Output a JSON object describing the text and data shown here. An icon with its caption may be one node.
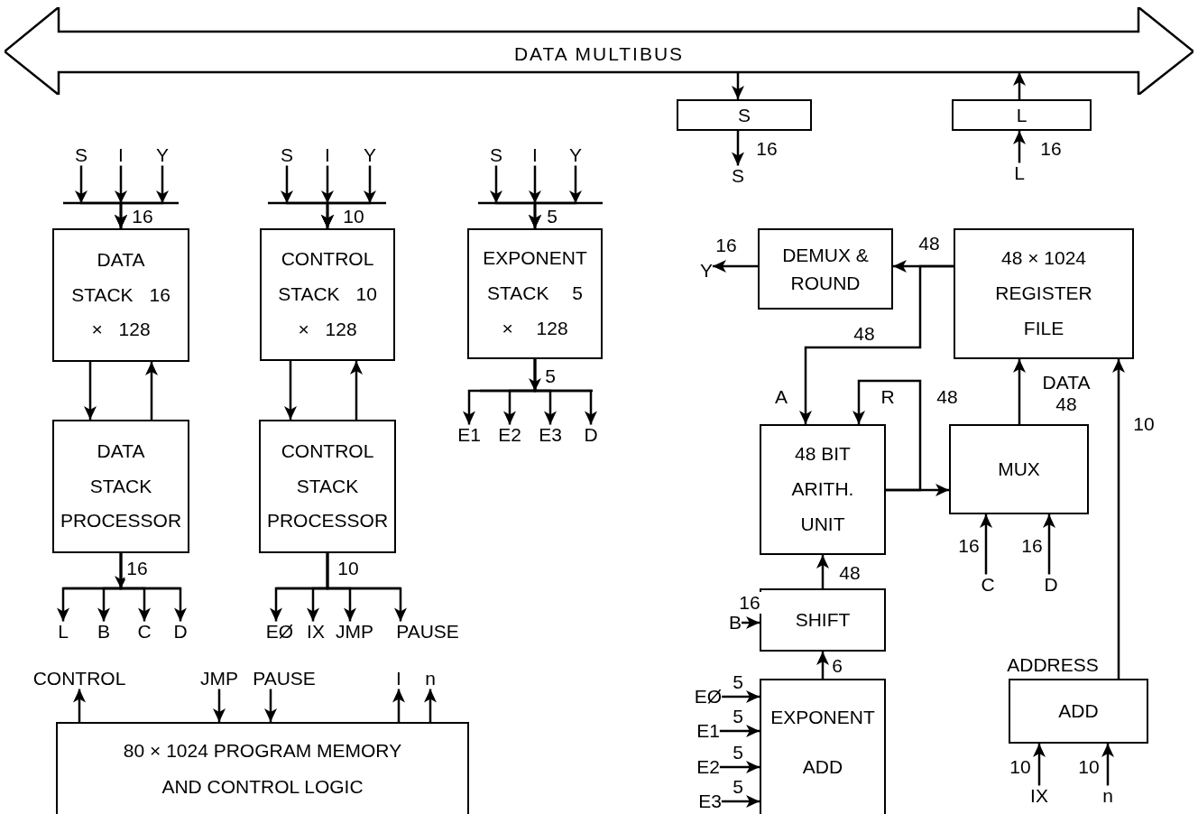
{
  "diagram": {
    "nodes": [
      {
        "text": [
          "DATA MULTIBUS"
        ]
      },
      {
        "text": [
          "S"
        ]
      },
      {
        "text": [
          "L"
        ]
      },
      {
        "text": [
          "S"
        ]
      },
      {
        "text": [
          "L"
        ]
      },
      {
        "text": [
          "S"
        ]
      },
      {
        "text": [
          "I"
        ]
      },
      {
        "text": [
          "Y"
        ]
      },
      {
        "text": [
          "S"
        ]
      },
      {
        "text": [
          "I"
        ]
      },
      {
        "text": [
          "Y"
        ]
      },
      {
        "text": [
          "S"
        ]
      },
      {
        "text": [
          "I"
        ]
      },
      {
        "text": [
          "Y"
        ]
      },
      {
        "text": [
          "DATA STACK 16 × 128"
        ]
      },
      {
        "text": [
          "CONTROL STACK 10 × 128"
        ]
      },
      {
        "text": [
          "EXPONENT STACK 5 × 128"
        ]
      },
      {
        "text": [
          "DEMUX & ROUND"
        ]
      },
      {
        "text": [
          "48 × 1024 REGISTER FILE"
        ]
      },
      {
        "text": [
          "DATA STACK PROCESSOR"
        ]
      },
      {
        "text": [
          "CONTROL STACK PROCESSOR"
        ]
      },
      {
        "text": [
          "E1"
        ]
      },
      {
        "text": [
          "E2"
        ]
      },
      {
        "text": [
          "E3"
        ]
      },
      {
        "text": [
          "D"
        ]
      },
      {
        "text": [
          "48 BIT ARITH. UNIT"
        ]
      },
      {
        "text": [
          "MUX"
        ]
      },
      {
        "text": [
          "Y"
        ]
      },
      {
        "text": [
          "L"
        ]
      },
      {
        "text": [
          "B"
        ]
      },
      {
        "text": [
          "C"
        ]
      },
      {
        "text": [
          "D"
        ]
      },
      {
        "text": [
          "EØ"
        ]
      },
      {
        "text": [
          "IX"
        ]
      },
      {
        "text": [
          "JMP"
        ]
      },
      {
        "text": [
          "PAUSE"
        ]
      },
      {
        "text": [
          "C"
        ]
      },
      {
        "text": [
          "D"
        ]
      },
      {
        "text": [
          "SHIFT"
        ]
      },
      {
        "text": [
          "B"
        ]
      },
      {
        "text": [
          "CONTROL"
        ]
      },
      {
        "text": [
          "JMP"
        ]
      },
      {
        "text": [
          "PAUSE"
        ]
      },
      {
        "text": [
          "I"
        ]
      },
      {
        "text": [
          "n"
        ]
      },
      {
        "text": [
          "ADD"
        ],
        "beside": [
          "ADDRESS"
        ]
      },
      {
        "text": [
          "80 × 1024 PROGRAM MEMORY AND CONTROL LOGIC"
        ]
      },
      {
        "text": [
          "EXPONENT ADD"
        ]
      },
      {
        "text": [
          "EØ"
        ]
      },
      {
        "text": [
          "E1"
        ]
      },
      {
        "text": [
          "E2"
        ]
      },
      {
        "text": [
          "E3"
        ]
      },
      {
        "text": [
          "IX"
        ]
      },
      {
        "text": [
          "n"
        ]
      }
    ],
    "edges": [
      {
        "from": 0,
        "to": 1,
        "arrow": "to"
      },
      {
        "from": 1,
        "to": 3,
        "arrow": "to",
        "label": "16"
      },
      {
        "from": 4,
        "to": 2,
        "arrow": "to",
        "label": "16"
      },
      {
        "from": 2,
        "to": 0,
        "arrow": "to"
      },
      {
        "from": 5,
        "to": 14,
        "arrow": "to"
      },
      {
        "from": 6,
        "to": 14,
        "arrow": "to",
        "label": "16"
      },
      {
        "from": 7,
        "to": 14,
        "arrow": "to"
      },
      {
        "from": 8,
        "to": 15,
        "arrow": "to"
      },
      {
        "from": 9,
        "to": 15,
        "arrow": "to",
        "label": "10"
      },
      {
        "from": 10,
        "to": 15,
        "arrow": "to"
      },
      {
        "from": 11,
        "to": 16,
        "arrow": "to"
      },
      {
        "from": 12,
        "to": 16,
        "arrow": "to",
        "label": "5"
      },
      {
        "from": 13,
        "to": 16,
        "arrow": "to"
      },
      {
        "from": 14,
        "to": 19,
        "arrow": "to"
      },
      {
        "from": 19,
        "to": 14,
        "arrow": "to"
      },
      {
        "from": 15,
        "to": 20,
        "arrow": "to"
      },
      {
        "from": 20,
        "to": 15,
        "arrow": "to"
      },
      {
        "from": 16,
        "to": 21,
        "arrow": "to",
        "label": "5"
      },
      {
        "from": 16,
        "to": 22,
        "arrow": "to"
      },
      {
        "from": 16,
        "to": 23,
        "arrow": "to"
      },
      {
        "from": 16,
        "to": 24,
        "arrow": "to"
      },
      {
        "from": 18,
        "to": 17,
        "arrow": "to",
        "label": "48"
      },
      {
        "from": 17,
        "to": 27,
        "arrow": "to",
        "label": "16"
      },
      {
        "from": 18,
        "to": 25,
        "arrow": "to",
        "label": "48"
      },
      {
        "from": 25,
        "to": 26,
        "arrow": "to"
      },
      {
        "from": 25,
        "to": 25,
        "arrow": "to",
        "label": "48"
      },
      {
        "from": 26,
        "to": 18,
        "arrow": "to",
        "label": "DATA 48"
      },
      {
        "from": 45,
        "to": 18,
        "arrow": "to",
        "label": "10"
      },
      {
        "from": 19,
        "to": 28,
        "arrow": "to",
        "label": "16"
      },
      {
        "from": 19,
        "to": 29,
        "arrow": "to"
      },
      {
        "from": 19,
        "to": 30,
        "arrow": "to"
      },
      {
        "from": 19,
        "to": 31,
        "arrow": "to"
      },
      {
        "from": 20,
        "to": 32,
        "arrow": "to",
        "label": "10"
      },
      {
        "from": 20,
        "to": 33,
        "arrow": "to"
      },
      {
        "from": 20,
        "to": 34,
        "arrow": "to"
      },
      {
        "from": 20,
        "to": 35,
        "arrow": "to"
      },
      {
        "from": 36,
        "to": 26,
        "arrow": "to",
        "label": "16"
      },
      {
        "from": 37,
        "to": 26,
        "arrow": "to",
        "label": "16"
      },
      {
        "from": 38,
        "to": 25,
        "arrow": "to",
        "label": "48"
      },
      {
        "from": 39,
        "to": 38,
        "arrow": "to",
        "label": "16"
      },
      {
        "from": 47,
        "to": 38,
        "arrow": "to",
        "label": "6"
      },
      {
        "from": 46,
        "to": 40,
        "arrow": "to"
      },
      {
        "from": 41,
        "to": 46,
        "arrow": "to"
      },
      {
        "from": 42,
        "to": 46,
        "arrow": "to"
      },
      {
        "from": 46,
        "to": 43,
        "arrow": "to"
      },
      {
        "from": 46,
        "to": 44,
        "arrow": "to"
      },
      {
        "from": 48,
        "to": 47,
        "arrow": "to",
        "label": "5"
      },
      {
        "from": 49,
        "to": 47,
        "arrow": "to",
        "label": "5"
      },
      {
        "from": 50,
        "to": 47,
        "arrow": "to",
        "label": "5"
      },
      {
        "from": 51,
        "to": 47,
        "arrow": "to",
        "label": "5"
      },
      {
        "from": 52,
        "to": 45,
        "arrow": "to",
        "label": "10"
      },
      {
        "from": 53,
        "to": 45,
        "arrow": "to",
        "label": "10"
      }
    ],
    "labels": [
      "A",
      "R"
    ]
  }
}
